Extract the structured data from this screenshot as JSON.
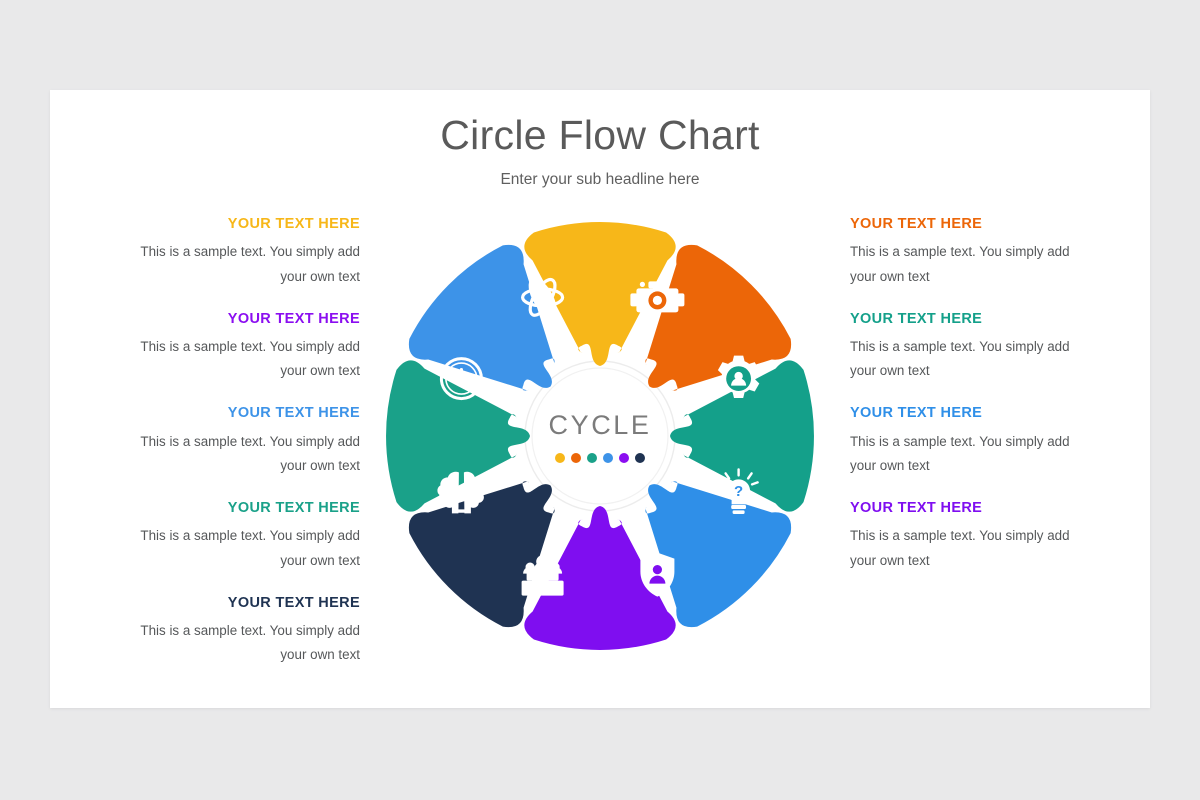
{
  "background_color": "#e9e9ea",
  "card_color": "#ffffff",
  "header": {
    "title": "Circle Flow Chart",
    "subtitle": "Enter your sub headline here"
  },
  "hub": {
    "label": "CYCLE",
    "dot_colors": [
      "#f7b719",
      "#ec6608",
      "#1aa189",
      "#3d93e8",
      "#8b0ef0",
      "#1f3352"
    ]
  },
  "body_text_color": "#56585a",
  "left_column": [
    {
      "heading": "YOUR TEXT HERE",
      "color": "#f7b719",
      "body": "This is a sample text. You simply add your own text"
    },
    {
      "heading": "YOUR TEXT HERE",
      "color": "#8b0ef0",
      "body": "This is a sample text. You simply add your own text"
    },
    {
      "heading": "YOUR TEXT HERE",
      "color": "#3d93e8",
      "body": "This is a sample text. You simply add your own text"
    },
    {
      "heading": "YOUR TEXT HERE",
      "color": "#1aa189",
      "body": "This is a sample text. You simply add your own text"
    },
    {
      "heading": "YOUR TEXT HERE",
      "color": "#1f3352",
      "body": "This is a sample text. You simply add your own text"
    }
  ],
  "right_column": [
    {
      "heading": "YOUR TEXT HERE",
      "color": "#ec6608",
      "body": "This is a sample text. You simply add your own text"
    },
    {
      "heading": "YOUR TEXT HERE",
      "color": "#14a08a",
      "body": "This is a sample text. You simply add your own text"
    },
    {
      "heading": "YOUR TEXT HERE",
      "color": "#2f8fe8",
      "body": "This is a sample text. You simply add your own text"
    },
    {
      "heading": "YOUR TEXT HERE",
      "color": "#7f0ef0",
      "body": "This is a sample text. You simply add your own text"
    }
  ],
  "chart_data": {
    "type": "pie",
    "title": "Circle Flow Chart",
    "subtitle": "Enter your sub headline here",
    "center_label": "CYCLE",
    "segment_count": 8,
    "equal_segments": true,
    "categories": [
      "YOUR TEXT HERE",
      "YOUR TEXT HERE",
      "YOUR TEXT HERE",
      "YOUR TEXT HERE",
      "YOUR TEXT HERE",
      "YOUR TEXT HERE",
      "YOUR TEXT HERE",
      "YOUR TEXT HERE"
    ],
    "values": [
      12.5,
      12.5,
      12.5,
      12.5,
      12.5,
      12.5,
      12.5,
      12.5
    ],
    "segments": [
      {
        "position": "top-left",
        "angle_deg": 337.5,
        "color": "#f7b719",
        "icon": "atom-icon"
      },
      {
        "position": "top-right",
        "angle_deg": 22.5,
        "color": "#ec6608",
        "icon": "camera-icon"
      },
      {
        "position": "right-upper",
        "angle_deg": 67.5,
        "color": "#14a08a",
        "icon": "user-gear-icon"
      },
      {
        "position": "right-lower",
        "angle_deg": 112.5,
        "color": "#2f8fe8",
        "icon": "lightbulb-question-icon"
      },
      {
        "position": "bottom-right",
        "angle_deg": 157.5,
        "color": "#7f0ef0",
        "icon": "shield-user-icon"
      },
      {
        "position": "bottom-left",
        "angle_deg": 202.5,
        "color": "#1f3352",
        "icon": "presentation-team-icon"
      },
      {
        "position": "left-lower",
        "angle_deg": 247.5,
        "color": "#1aa189",
        "icon": "brain-icon"
      },
      {
        "position": "left-upper",
        "angle_deg": 292.5,
        "color": "#3d93e8",
        "icon": "clock-icon"
      },
      {
        "position": "left-top",
        "angle_deg": 315.0,
        "color": "#8b0ef0",
        "icon": "pin-money-icon"
      }
    ],
    "legend_position": "sides",
    "grid": false
  }
}
